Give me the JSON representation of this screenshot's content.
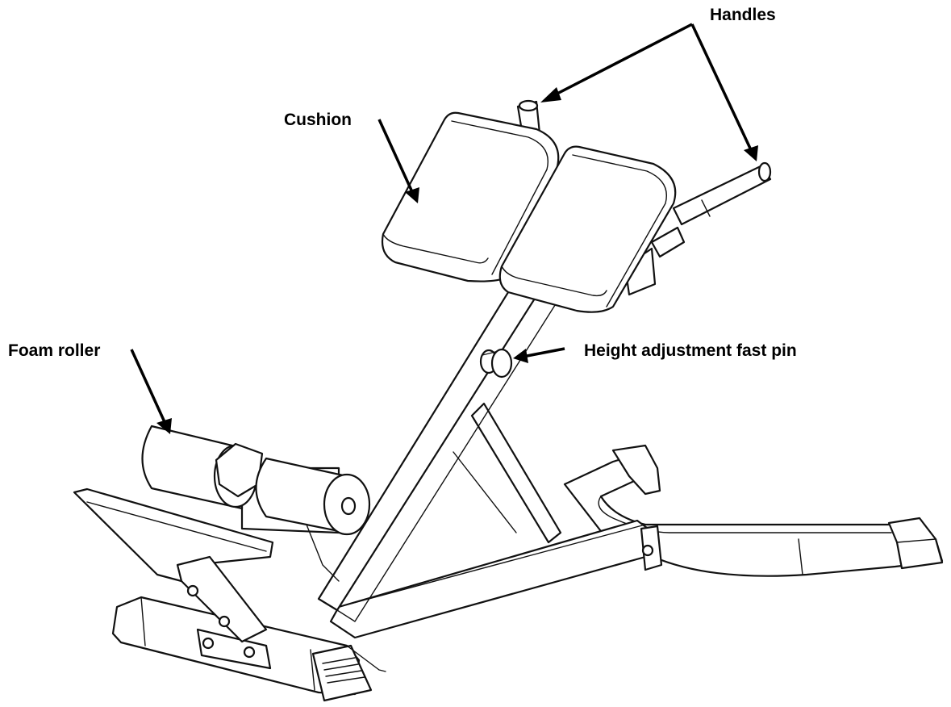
{
  "labels": {
    "handles": "Handles",
    "cushion": "Cushion",
    "foam_roller": "Foam roller",
    "height_pin": "Height adjustment fast pin"
  },
  "colors": {
    "line": "#111111",
    "background": "#ffffff"
  }
}
